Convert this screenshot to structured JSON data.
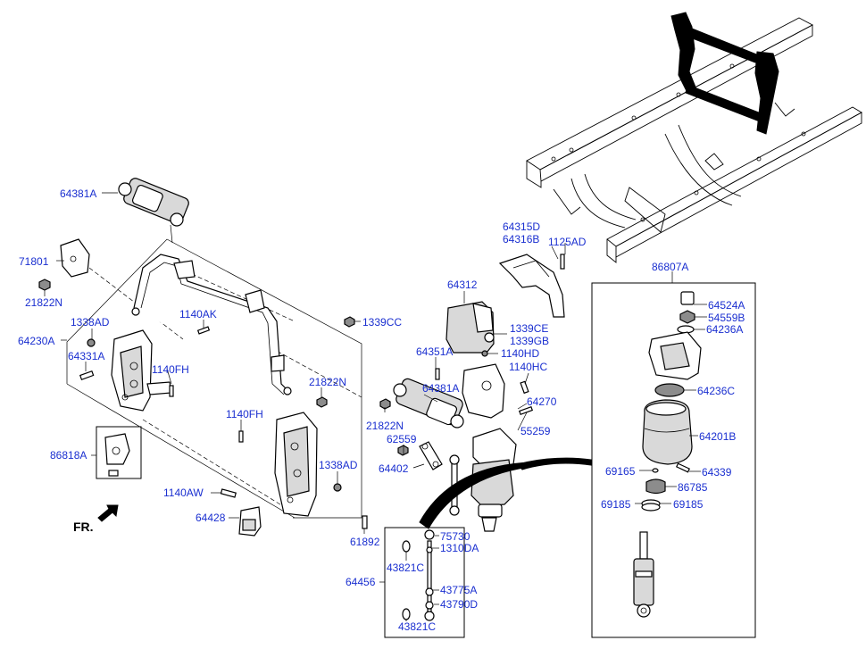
{
  "labels": {
    "l64381A_top": "64381A",
    "l71801": "71801",
    "l21822N_left": "21822N",
    "l1338AD_left": "1338AD",
    "l64230A": "64230A",
    "l64331A": "64331A",
    "l1140AK": "1140AK",
    "l1339CC": "1339CC",
    "l1140FH_left": "1140FH",
    "l21822N_mid": "21822N",
    "l1140FH_mid": "1140FH",
    "l1338AD_mid": "1338AD",
    "l86818A": "86818A",
    "l1140AW": "1140AW",
    "l64428": "64428",
    "l61892": "61892",
    "l64315D": "64315D",
    "l64316B": "64316B",
    "l1125AD": "1125AD",
    "l64312": "64312",
    "l1339CE": "1339CE",
    "l1339GB": "1339GB",
    "l64351A": "64351A",
    "l1140HD": "1140HD",
    "l1140HC": "1140HC",
    "l64381A_mid": "64381A",
    "l64270": "64270",
    "l21822N_right": "21822N",
    "l55259": "55259",
    "l62559": "62559",
    "l64402": "64402",
    "l75730": "75730",
    "l1310DA": "1310DA",
    "l43821C_top": "43821C",
    "l64456": "64456",
    "l43775A": "43775A",
    "l43790D": "43790D",
    "l43821C_bot": "43821C",
    "l86807A": "86807A",
    "l64524A": "64524A",
    "l54559B": "54559B",
    "l64236A": "64236A",
    "l64236C": "64236C",
    "l64201B": "64201B",
    "l69165": "69165",
    "l64339": "64339",
    "l86785": "86785",
    "l69185_left": "69185",
    "l69185_right": "69185",
    "fr": "FR."
  },
  "colors": {
    "label": "#1a2fd0",
    "line": "#000000"
  },
  "icons": {
    "direction_arrow": "front-arrow-icon"
  }
}
